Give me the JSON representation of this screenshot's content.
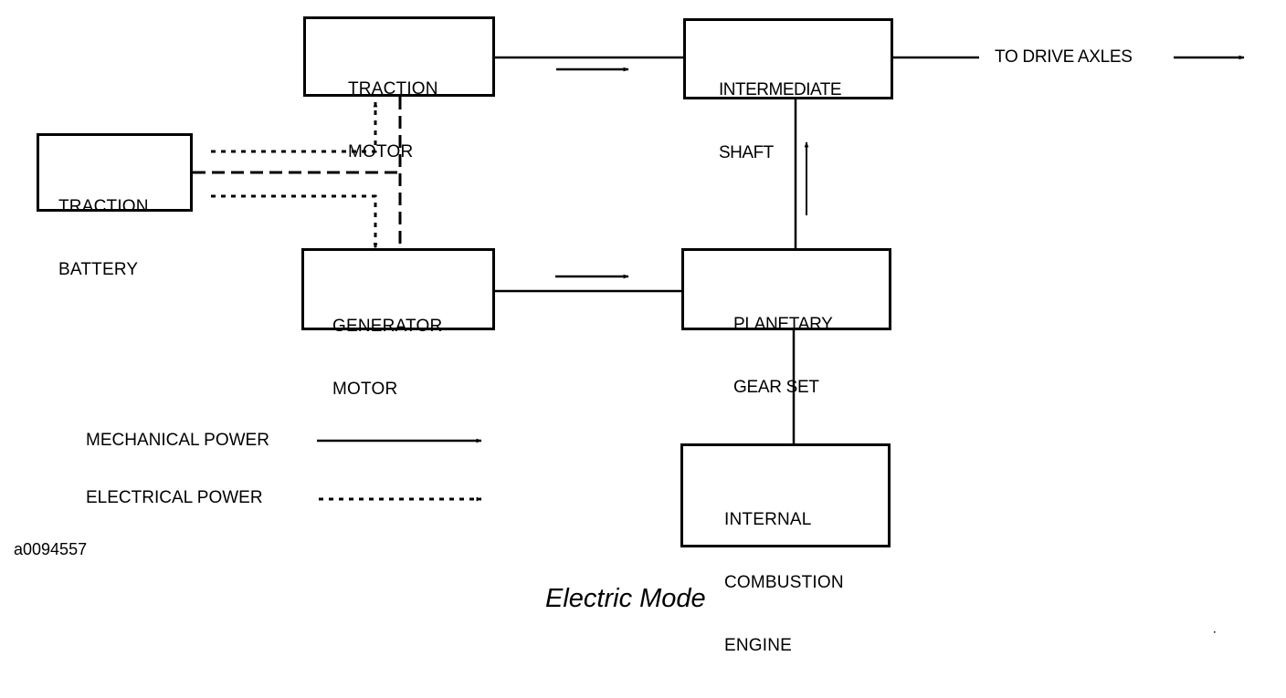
{
  "diagram": {
    "caption": "Electric Mode",
    "figure_id": "a0094557",
    "colors": {
      "line": "#000000",
      "background": "#ffffff"
    },
    "blocks": {
      "traction_motor": {
        "line1": "TRACTION",
        "line2": "MOTOR"
      },
      "traction_battery": {
        "line1": "TRACTION",
        "line2": "BATTERY"
      },
      "generator_motor": {
        "line1": "GENERATOR",
        "line2": "MOTOR"
      },
      "intermediate_shaft": {
        "line1": "INTERMEDIATE",
        "line2": "SHAFT"
      },
      "planetary_gear_set": {
        "line1": "PLANETARY",
        "line2": "GEAR SET"
      },
      "internal_combustion_engine": {
        "line1": "INTERNAL",
        "line2": "COMBUSTION",
        "line3": "ENGINE"
      }
    },
    "output_label": "TO DRIVE AXLES",
    "legend": [
      {
        "label": "MECHANICAL POWER",
        "style": "solid"
      },
      {
        "label": "ELECTRICAL POWER",
        "style": "dotted"
      }
    ],
    "connections": [
      {
        "from": "traction_motor",
        "to": "intermediate_shaft",
        "type": "mechanical",
        "flow": "right"
      },
      {
        "from": "generator_motor",
        "to": "planetary_gear_set",
        "type": "mechanical",
        "flow": "right"
      },
      {
        "from": "planetary_gear_set",
        "to": "intermediate_shaft",
        "type": "mechanical",
        "flow": "up"
      },
      {
        "from": "internal_combustion_engine",
        "to": "planetary_gear_set",
        "type": "mechanical",
        "flow": "none"
      },
      {
        "from": "intermediate_shaft",
        "to": "drive_axles",
        "type": "mechanical",
        "flow": "right"
      },
      {
        "from": "traction_battery",
        "to": "traction_motor",
        "type": "electrical",
        "flow": "up"
      },
      {
        "from": "traction_battery",
        "to": "generator_motor",
        "type": "electrical",
        "flow": "down"
      },
      {
        "from": "traction_battery",
        "to": "traction_motor/generator_motor",
        "type": "control-link",
        "flow": "none"
      }
    ]
  }
}
